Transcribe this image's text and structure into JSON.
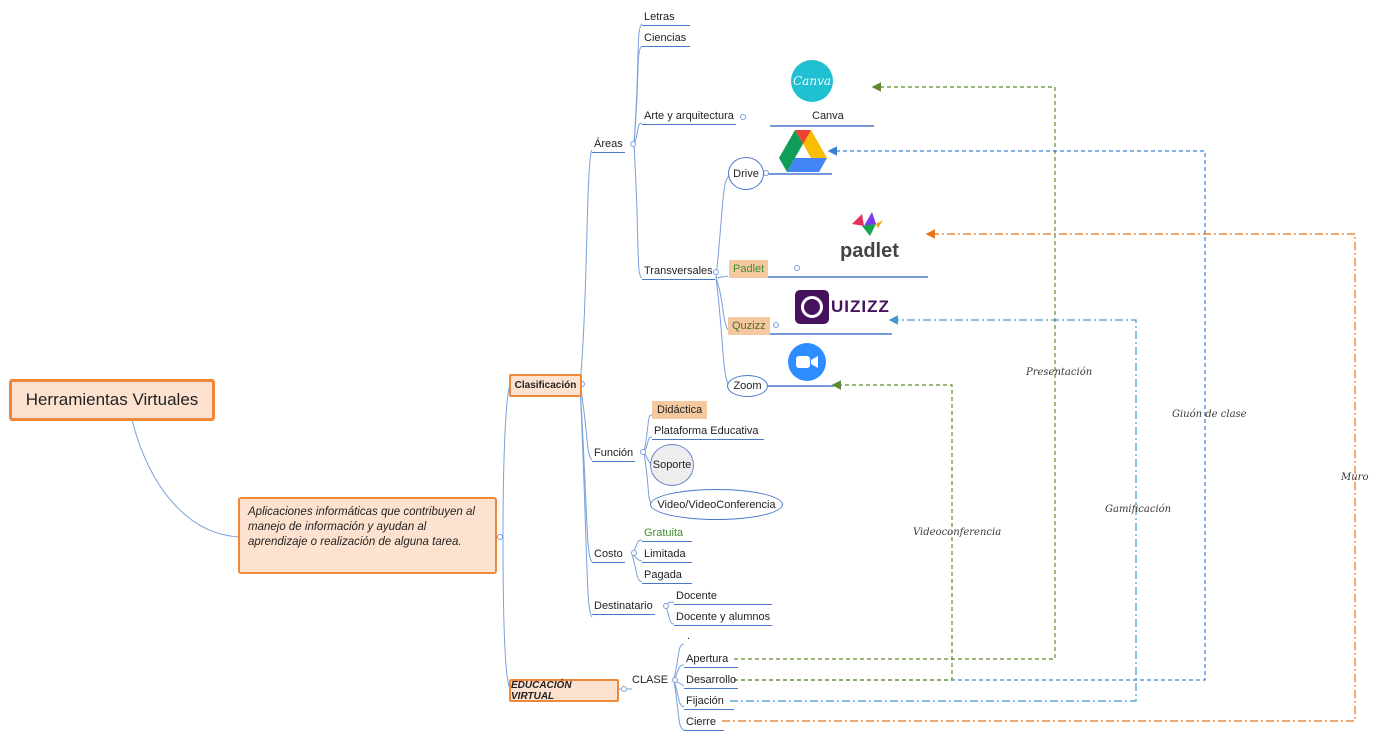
{
  "root": {
    "title": "Herramientas Virtuales"
  },
  "description": "Aplicaciones informáticas que contribuyen al manejo de información y ayudan al aprendizaje o realización de alguna tarea.",
  "classification": {
    "label": "Clasificación",
    "areas": {
      "label": "Áreas",
      "items": [
        "Letras",
        "Ciencias",
        "Arte y arquitectura",
        "Transversales"
      ],
      "canva_label": "Canva"
    },
    "transversal_tools": [
      "Drive",
      "Padlet",
      "Quzizz",
      "Zoom"
    ],
    "function": {
      "label": "Función",
      "items": [
        "Didáctica",
        "Plataforma Educativa",
        "Soporte",
        "Video/VideoConferencia"
      ]
    },
    "cost": {
      "label": "Costo",
      "items": [
        "Gratuita",
        "Limitada",
        "Pagada"
      ]
    },
    "audience": {
      "label": "Destinatario",
      "items": [
        "Docente",
        "Docente y alumnos"
      ]
    }
  },
  "virtual_education": {
    "label": "EDUCACIÓN VIRTUAL",
    "clase": {
      "label": "CLASE",
      "items": [
        ".",
        "Apertura",
        "Desarrollo",
        "Fijación",
        "Cierre"
      ]
    }
  },
  "logos": {
    "canva": "Canva",
    "padlet": "padlet",
    "quizizz": "UIZIZZ"
  },
  "relations": [
    "Presentación",
    "Giuón de clase",
    "Gamificación",
    "Videoconferencia",
    "Muro"
  ],
  "colors": {
    "branch": "#4a78c9",
    "accent": "#f0883c",
    "fill": "#fde3cf",
    "presentacion": "#5f8a2f",
    "guion": "#3d7fd1",
    "gamificacion": "#3a9fc7",
    "videoconferencia": "#5f8a2f",
    "muro": "#e8731c"
  }
}
